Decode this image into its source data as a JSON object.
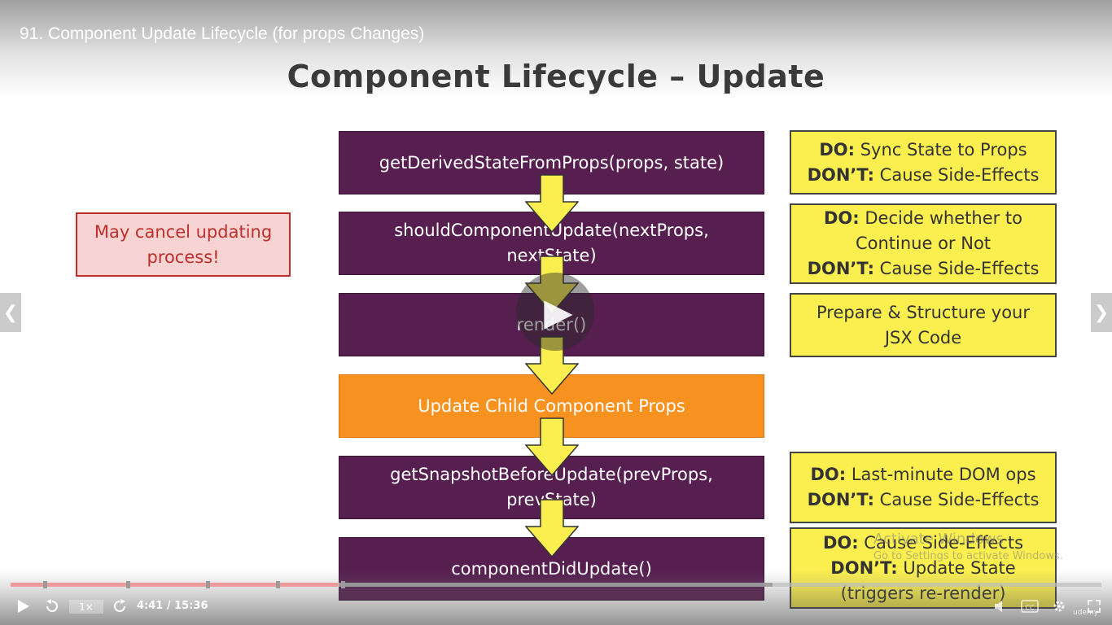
{
  "video": {
    "title": "91. Component Update Lifecycle (for props Changes)"
  },
  "slide": {
    "title": "Component Lifecycle – Update",
    "steps": [
      {
        "label": "getDerivedStateFromProps(props, state)"
      },
      {
        "label": "shouldComponentUpdate(nextProps, nextState)"
      },
      {
        "label": "render()"
      },
      {
        "label": "Update Child Component Props"
      },
      {
        "label": "getSnapshotBeforeUpdate(prevProps, prevState)"
      },
      {
        "label": "componentDidUpdate()"
      }
    ],
    "notes": [
      {
        "line1_bold": "DO:",
        "line1_text": " Sync State to Props",
        "line2_bold": "DON’T:",
        "line2_text": " Cause Side-Effects"
      },
      {
        "line1_bold": "DO:",
        "line1_text": " Decide whether to Continue or Not",
        "line2_bold": "DON’T:",
        "line2_text": " Cause Side-Effects"
      },
      {
        "text": "Prepare & Structure your JSX Code"
      },
      {
        "line1_bold": "DO:",
        "line1_text": " Last-minute DOM ops",
        "line2_bold": "DON’T:",
        "line2_text": " Cause Side-Effects"
      },
      {
        "line1_bold": "DO:",
        "line1_text": " Cause Side-Effects",
        "line2_bold": "DON’T:",
        "line2_text": " Update State (triggers re-render)"
      }
    ],
    "cancel_note": "May cancel updating process!",
    "colors": {
      "purple": "#561f50",
      "orange": "#f79220",
      "yellow": "#fbef4f",
      "cancel_text": "#c0302a"
    }
  },
  "watermark": {
    "line1": "Activate Windows",
    "line2": "Go to Settings to activate Windows."
  },
  "player": {
    "speed": "1×",
    "time": "4:41 / 15:36",
    "progress": 0.3,
    "logo": "udemy",
    "icons": {
      "play": "play-icon",
      "rewind": "rewind-icon",
      "forward": "forward-icon",
      "volume": "volume-icon",
      "captions": "captions-icon",
      "settings": "gear-icon",
      "fullscreen": "fullscreen-icon"
    }
  }
}
